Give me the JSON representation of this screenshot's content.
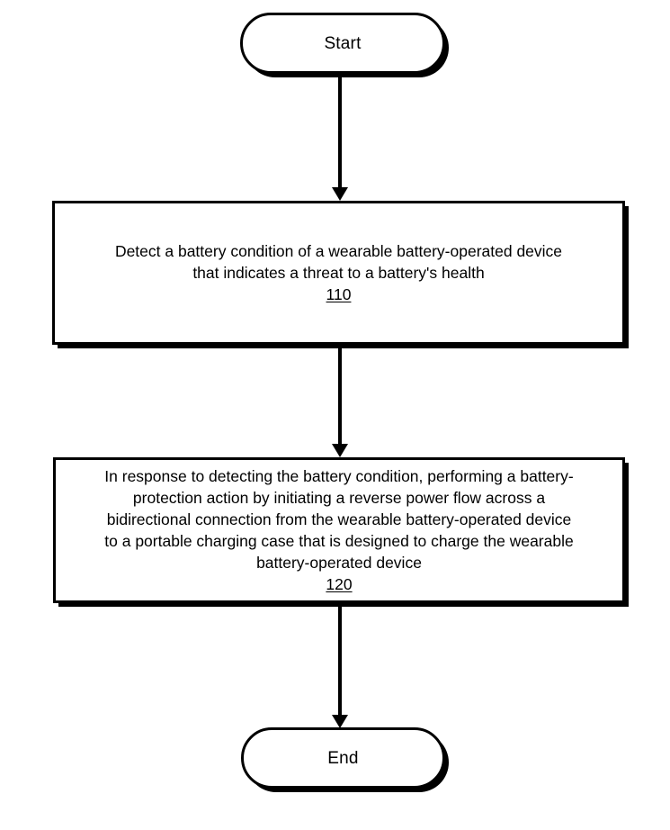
{
  "figure": {
    "type": "flowchart",
    "orientation": "top-to-bottom",
    "background_color": "#ffffff",
    "line_color": "#000000"
  },
  "nodes": {
    "start": {
      "shape": "terminator",
      "label": "Start"
    },
    "step_110": {
      "shape": "process",
      "text_lines": [
        "Detect a battery condition of a wearable battery-operated device",
        "that indicates a threat to a battery's health"
      ],
      "text": "Detect a battery condition of a wearable battery-operated device that indicates a threat to a battery's health",
      "reference_numeral": "110"
    },
    "step_120": {
      "shape": "process",
      "text_lines": [
        "In response to detecting the battery condition, performing a battery-",
        "protection action by initiating a reverse power flow across a",
        "bidirectional connection from the wearable battery-operated device",
        "to a portable charging case that is designed to charge the wearable",
        "battery-operated device"
      ],
      "text": "In response to detecting the battery condition, performing a battery-protection action by initiating a reverse power flow across a bidirectional connection from the wearable battery-operated device to a portable charging case that is designed to charge the wearable battery-operated device",
      "reference_numeral": "120"
    },
    "end": {
      "shape": "terminator",
      "label": "End"
    }
  },
  "connectors": [
    {
      "name": "start-to-110",
      "from": "start",
      "to": "step_110",
      "arrowhead": "filled-triangle"
    },
    {
      "name": "110-to-120",
      "from": "step_110",
      "to": "step_120",
      "arrowhead": "filled-triangle"
    },
    {
      "name": "120-to-end",
      "from": "step_120",
      "to": "end",
      "arrowhead": "filled-triangle"
    }
  ]
}
